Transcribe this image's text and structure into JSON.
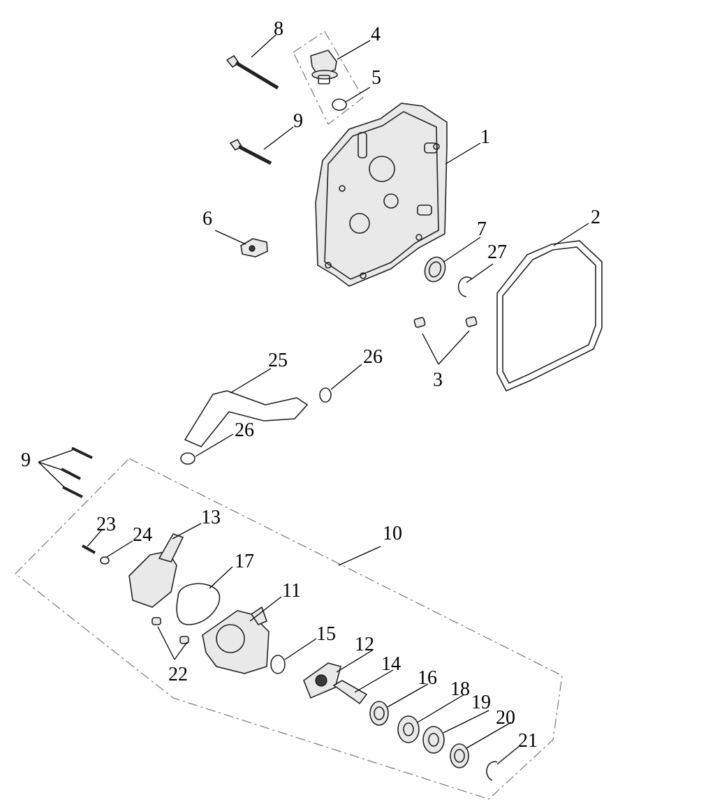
{
  "callouts": {
    "n1": "1",
    "n2": "2",
    "n3": "3",
    "n4": "4",
    "n5": "5",
    "n6": "6",
    "n7": "7",
    "n8": "8",
    "n9a": "9",
    "n9b": "9",
    "n10": "10",
    "n11": "11",
    "n12": "12",
    "n13": "13",
    "n14": "14",
    "n15": "15",
    "n16": "16",
    "n17": "17",
    "n18": "18",
    "n19": "19",
    "n20": "20",
    "n21": "21",
    "n22": "22",
    "n23": "23",
    "n24": "24",
    "n25": "25",
    "n26a": "26",
    "n26b": "26",
    "n27": "27"
  }
}
